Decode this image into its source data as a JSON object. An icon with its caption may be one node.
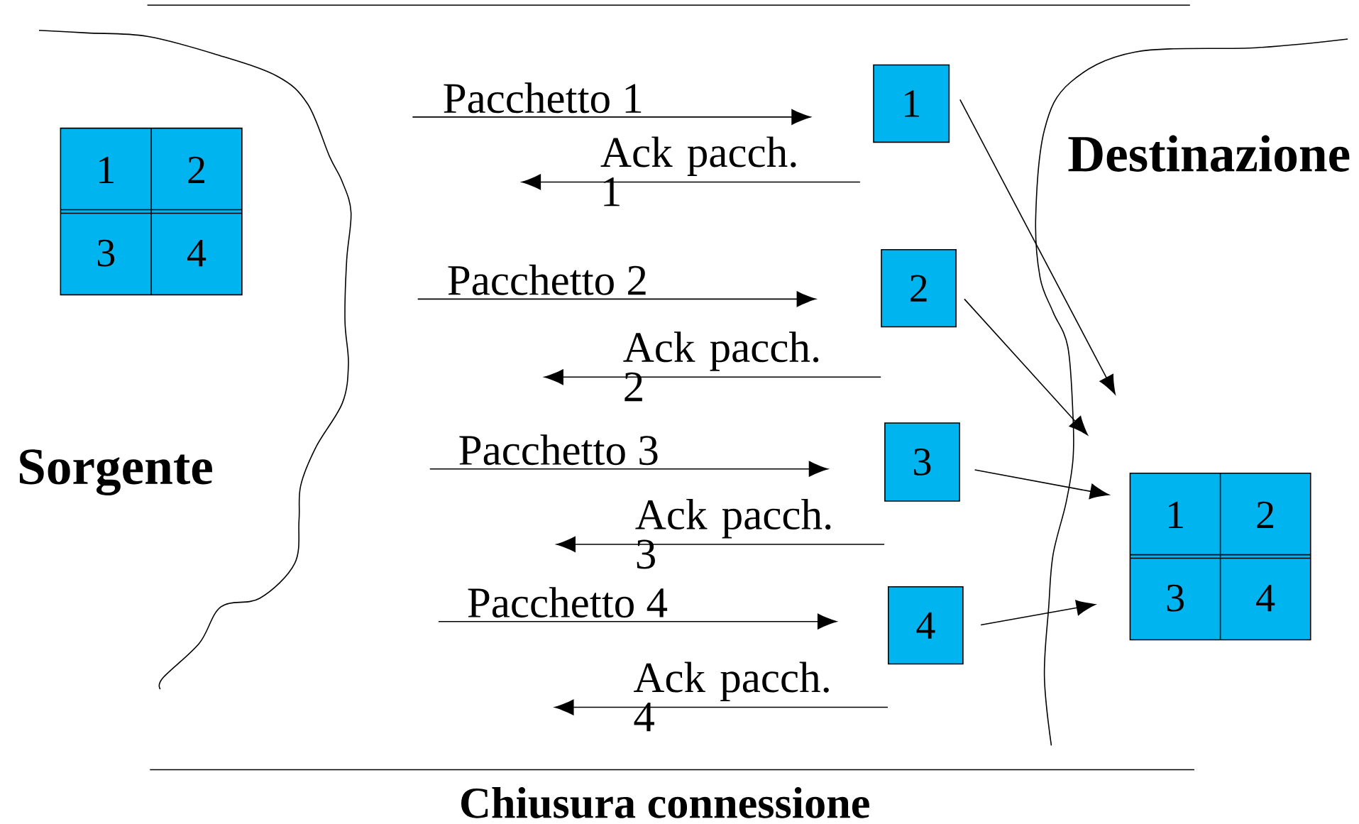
{
  "diagram": {
    "nodes": [
      {
        "text": [
          "1",
          "2",
          "3",
          "4"
        ]
      },
      {
        "text": [
          "1"
        ]
      },
      {
        "text": [
          "2"
        ]
      },
      {
        "text": [
          "3"
        ]
      },
      {
        "text": [
          "4"
        ]
      },
      {
        "text": [
          "1",
          "2",
          "3",
          "4"
        ]
      }
    ],
    "edges": [
      {
        "from": null,
        "to": 1,
        "arrow": "to",
        "label": "Pacchetto 1"
      },
      {
        "from": 1,
        "to": null,
        "arrow": "to",
        "label": "Ack pacch. 1"
      },
      {
        "from": null,
        "to": 2,
        "arrow": "to",
        "label": "Pacchetto 2"
      },
      {
        "from": 2,
        "to": null,
        "arrow": "to",
        "label": "Ack pacch. 2"
      },
      {
        "from": null,
        "to": 3,
        "arrow": "to",
        "label": "Pacchetto 3"
      },
      {
        "from": 3,
        "to": null,
        "arrow": "to",
        "label": "Ack pacch. 3"
      },
      {
        "from": null,
        "to": 4,
        "arrow": "to",
        "label": "Pacchetto 4"
      },
      {
        "from": 4,
        "to": null,
        "arrow": "to",
        "label": "Ack pacch. 4"
      },
      {
        "from": 1,
        "to": 5,
        "arrow": "to"
      },
      {
        "from": 2,
        "to": 5,
        "arrow": "to"
      },
      {
        "from": 3,
        "to": 5,
        "arrow": "to"
      },
      {
        "from": 4,
        "to": 5,
        "arrow": "to"
      }
    ],
    "labels": [
      "Destinazione",
      "Sorgente",
      "Chiusura connessione"
    ]
  }
}
